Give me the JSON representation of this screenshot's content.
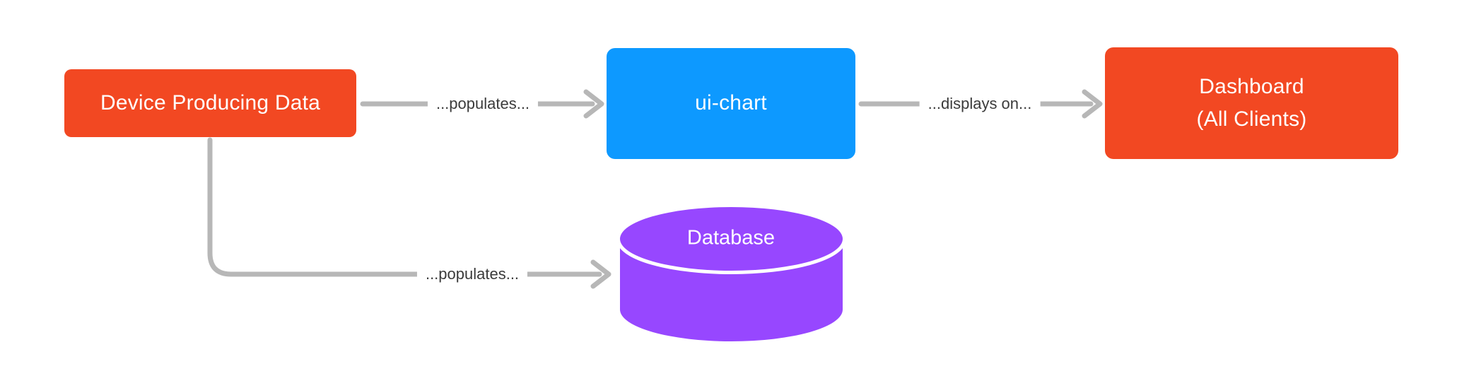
{
  "diagram": {
    "background_color": "#ffffff",
    "connector_color": "#B7B7B7",
    "edge_label_color": "#3B3B3B",
    "nodes": {
      "device": {
        "label": "Device Producing Data",
        "shape": "rounded-rect",
        "color": "#F24822",
        "text_color": "#ffffff"
      },
      "ui_chart": {
        "label": "ui-chart",
        "shape": "rounded-rect",
        "color": "#0D99FF",
        "text_color": "#ffffff"
      },
      "dashboard": {
        "label": "Dashboard\n(All Clients)",
        "shape": "rounded-rect",
        "color": "#F24822",
        "text_color": "#ffffff"
      },
      "database": {
        "label": "Database",
        "shape": "cylinder",
        "color": "#9747FF",
        "text_color": "#ffffff"
      }
    },
    "edges": [
      {
        "from": "device",
        "to": "ui_chart",
        "label": "...populates..."
      },
      {
        "from": "ui_chart",
        "to": "dashboard",
        "label": "...displays on..."
      },
      {
        "from": "device",
        "to": "database",
        "label": "...populates..."
      }
    ]
  }
}
